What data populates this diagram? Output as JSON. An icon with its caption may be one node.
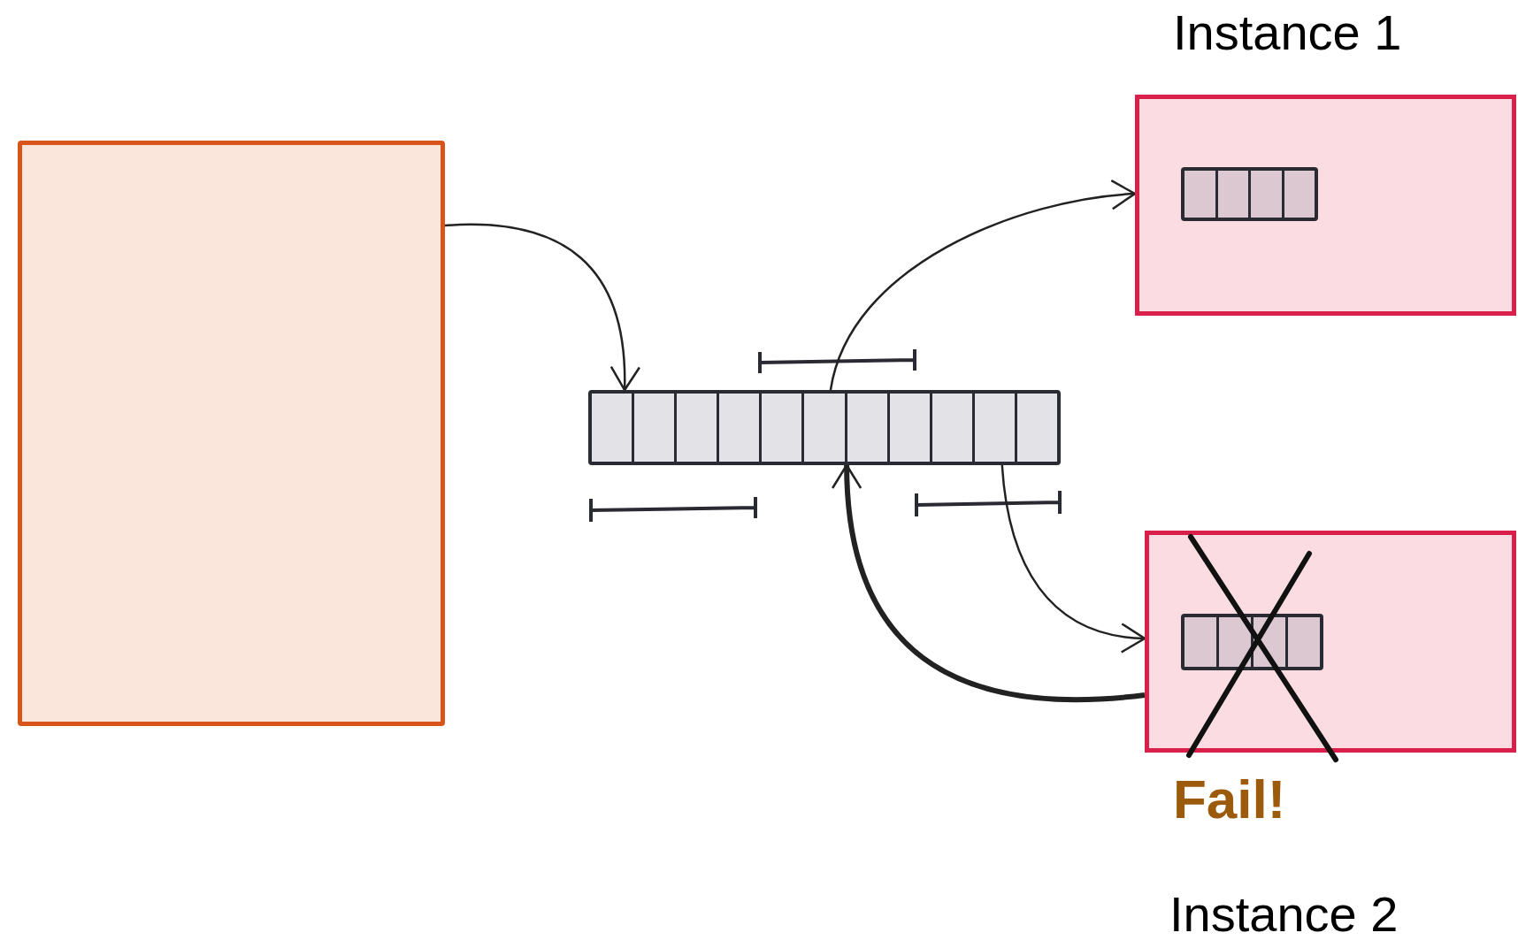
{
  "diagram": {
    "nodes": [
      {
        "text": [],
        "shape": "box"
      },
      {
        "text": [],
        "shape": "bar"
      },
      {
        "text": [
          "Instance 1"
        ]
      },
      {
        "text": [],
        "shape": "bar",
        "in": 2
      },
      {
        "text": [
          "Instance 2"
        ],
        "beside": [
          "Fail!"
        ]
      },
      {
        "text": [],
        "shape": "bar",
        "in": 4
      }
    ],
    "edges": [
      {
        "from": 0,
        "to": 1,
        "arrow": "to"
      },
      {
        "from": 1,
        "to": 2,
        "arrow": "to"
      },
      {
        "from": 1,
        "to": 4,
        "arrow": "to"
      },
      {
        "from": 4,
        "to": 1,
        "arrow": "to",
        "style": "thick"
      }
    ]
  }
}
